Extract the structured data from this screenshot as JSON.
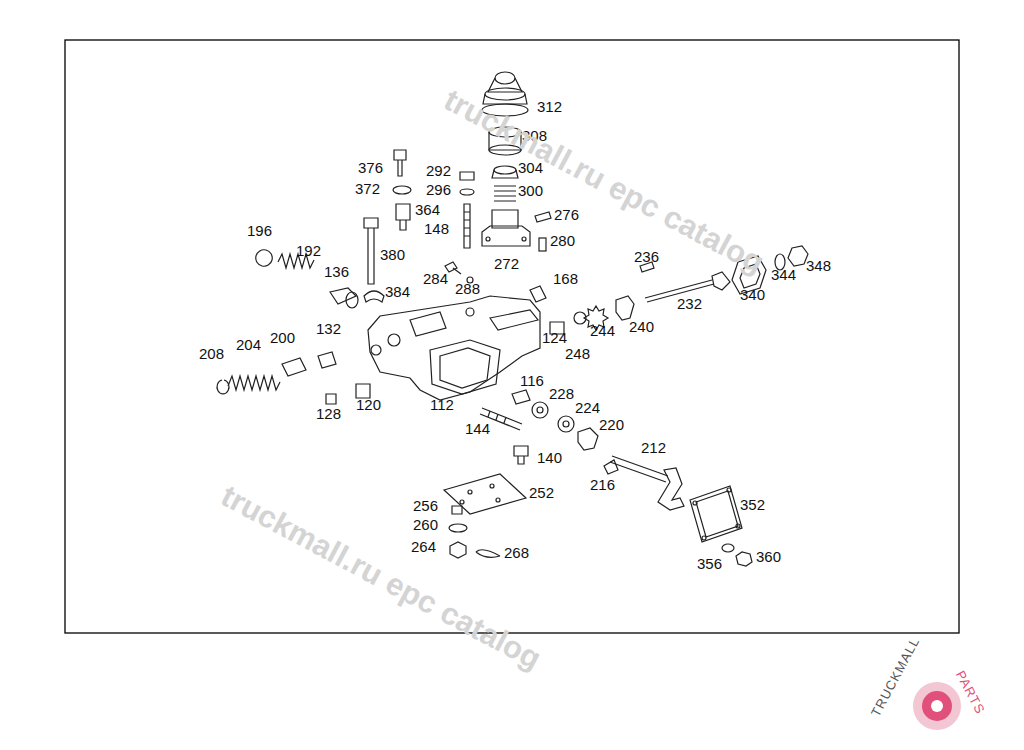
{
  "diagram": {
    "labels": [
      "312",
      "308",
      "376",
      "292",
      "304",
      "372",
      "296",
      "300",
      "364",
      "276",
      "148",
      "196",
      "280",
      "192",
      "380",
      "236",
      "272",
      "348",
      "136",
      "284",
      "168",
      "344",
      "288",
      "384",
      "340",
      "232",
      "132",
      "240",
      "244",
      "124",
      "200",
      "204",
      "208",
      "248",
      "116",
      "228",
      "128",
      "120",
      "112",
      "224",
      "220",
      "144",
      "212",
      "140",
      "216",
      "252",
      "352",
      "256",
      "260",
      "264",
      "268",
      "356",
      "360",
      "truckmall.ru epc catalog",
      "truckmall.ru epc catalog",
      "TRUCKMALL",
      "PARTS"
    ]
  }
}
